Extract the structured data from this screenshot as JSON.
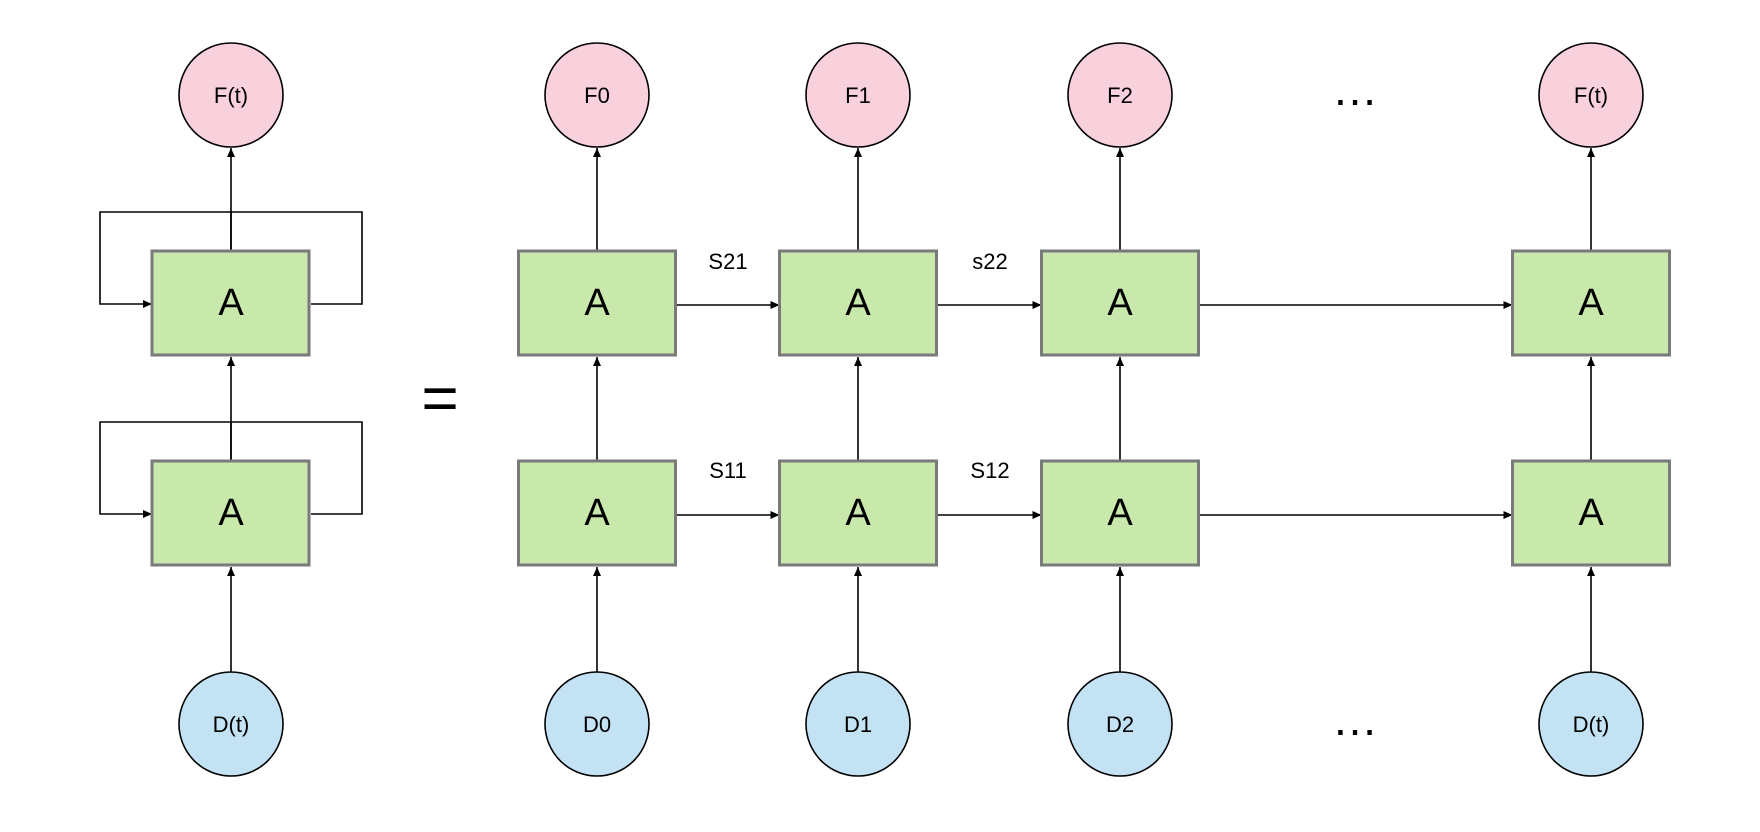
{
  "colors": {
    "output_fill": "#f9d1dc",
    "input_fill": "#c3e3f5",
    "cell_fill": "#c8e8ac",
    "cell_stroke": "#7a7a7a",
    "line": "#000000"
  },
  "folded": {
    "output": "F(t)",
    "cell_top": "A",
    "cell_bottom": "A",
    "input": "D(t)"
  },
  "equals": "=",
  "unrolled": {
    "outputs": [
      "F0",
      "F1",
      "F2",
      "F(t)"
    ],
    "inputs": [
      "D0",
      "D1",
      "D2",
      "D(t)"
    ],
    "top_cells": [
      "A",
      "A",
      "A",
      "A"
    ],
    "bottom_cells": [
      "A",
      "A",
      "A",
      "A"
    ],
    "top_state_labels": [
      "S21",
      "s22"
    ],
    "bottom_state_labels": [
      "S11",
      "S12"
    ],
    "ellipsis_top": "…",
    "ellipsis_bottom": "…"
  }
}
